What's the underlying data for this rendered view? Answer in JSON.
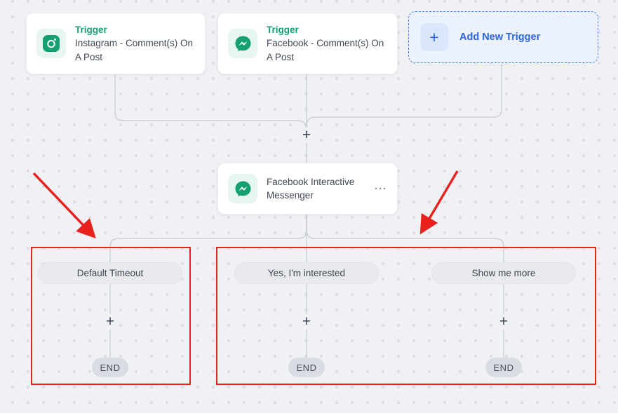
{
  "colors": {
    "accent_green": "#14A06F",
    "accent_blue": "#2D66DD",
    "annotation_red": "#E8201E",
    "connector_gray": "#C7CAD1",
    "canvas_background": "#F0F1F5"
  },
  "triggers": [
    {
      "type_label": "Trigger",
      "title": "Instagram - Comment(s) On A Post",
      "icon": "instagram-icon"
    },
    {
      "type_label": "Trigger",
      "title": "Facebook - Comment(s) On A Post",
      "icon": "messenger-icon"
    }
  ],
  "add_trigger": {
    "label": "Add New Trigger",
    "plus_glyph": "+"
  },
  "merge_plus_glyph": "+",
  "action_node": {
    "title": "Facebook Interactive Messenger",
    "icon": "messenger-icon",
    "menu_glyph": "···"
  },
  "branches": [
    {
      "label": "Default Timeout",
      "plus_glyph": "+",
      "end_label": "END"
    },
    {
      "label": "Yes, I'm interested",
      "plus_glyph": "+",
      "end_label": "END"
    },
    {
      "label": "Show me more",
      "plus_glyph": "+",
      "end_label": "END"
    }
  ]
}
